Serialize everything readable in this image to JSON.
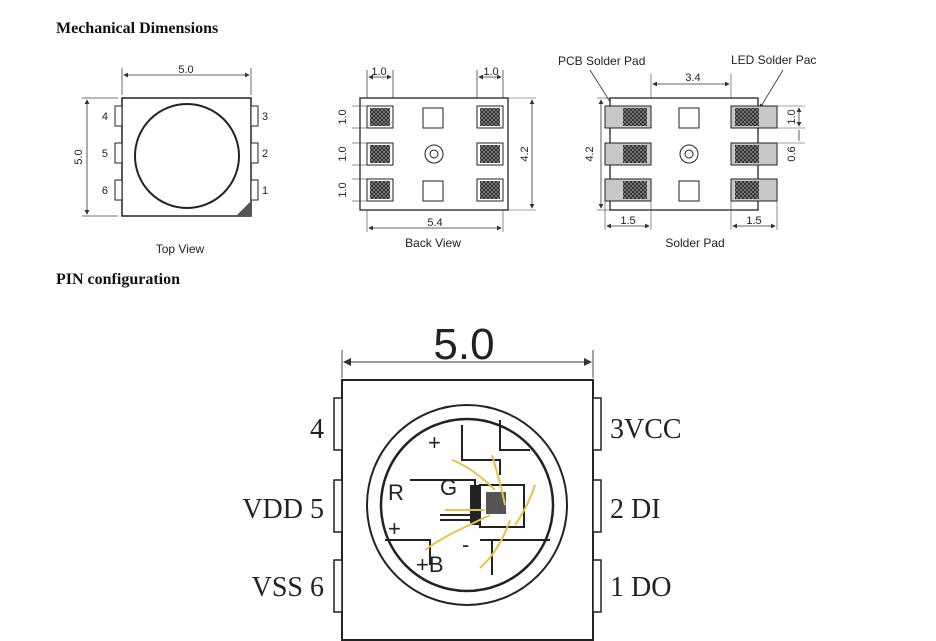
{
  "headings": {
    "mechanical": "Mechanical  Dimensions",
    "pin": "PIN  configuration"
  },
  "top_view": {
    "caption": "Top View",
    "width_dim": "5.0",
    "height_dim": "5.0",
    "pins_left": [
      "4",
      "5",
      "6"
    ],
    "pins_right": [
      "3",
      "2",
      "1"
    ]
  },
  "back_view": {
    "caption": "Back View",
    "top_left_dim": "1.0",
    "top_right_dim": "1.0",
    "pad_dims": [
      "1.0",
      "1.0",
      "1.0"
    ],
    "height_dim": "4.2",
    "width_dim": "5.4"
  },
  "solder_pad": {
    "caption": "Solder Pad",
    "pcb_label": "PCB Solder Pad",
    "led_label": "LED Solder Pac",
    "span_dim": "3.4",
    "height_dim": "4.2",
    "pad_h_dim": "1.0",
    "gap_dim": "0.6",
    "left_w_dim": "1.5",
    "right_w_dim": "1.5"
  },
  "pin_config": {
    "width_dim": "5.0",
    "left_labels": [
      "4",
      "VDD 5",
      "VSS 6"
    ],
    "right_labels": [
      "3VCC",
      "2 DI",
      "1 DO"
    ],
    "die_labels": {
      "plus1": "+",
      "r": "R",
      "g": "G",
      "plus2": "+",
      "plus_b": "+B",
      "minus": "-"
    }
  }
}
